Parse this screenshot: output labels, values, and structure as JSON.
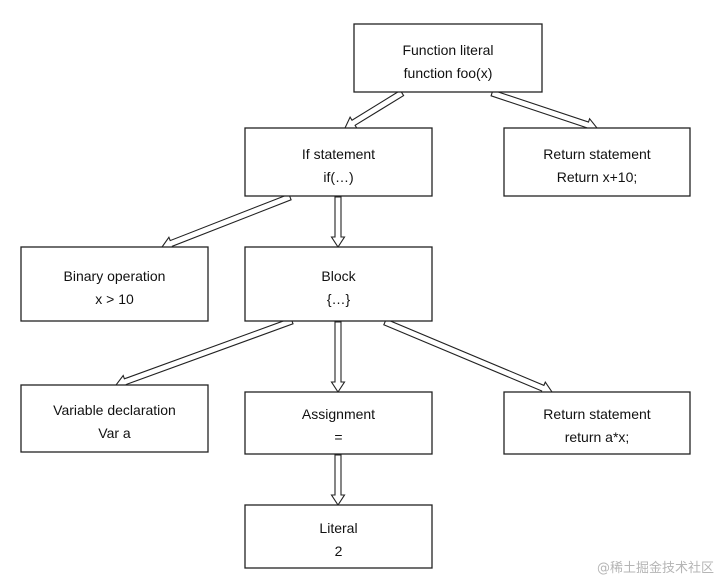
{
  "nodes": {
    "function_literal": {
      "title": "Function literal",
      "detail": "function foo(x)"
    },
    "if_statement": {
      "title": "If statement",
      "detail": "if(…)"
    },
    "return_statement_1": {
      "title": "Return statement",
      "detail": "Return x+10;"
    },
    "binary_operation": {
      "title": "Binary operation",
      "detail": "x > 10"
    },
    "block": {
      "title": "Block",
      "detail": "{…}"
    },
    "variable_declaration": {
      "title": "Variable declaration",
      "detail": "Var a"
    },
    "assignment": {
      "title": "Assignment",
      "detail": "="
    },
    "return_statement_2": {
      "title": "Return statement",
      "detail": "return a*x;"
    },
    "literal": {
      "title": "Literal",
      "detail": "2"
    }
  },
  "edges": [
    {
      "from": "function_literal",
      "to": "if_statement"
    },
    {
      "from": "function_literal",
      "to": "return_statement_1"
    },
    {
      "from": "if_statement",
      "to": "binary_operation"
    },
    {
      "from": "if_statement",
      "to": "block"
    },
    {
      "from": "block",
      "to": "variable_declaration"
    },
    {
      "from": "block",
      "to": "assignment"
    },
    {
      "from": "block",
      "to": "return_statement_2"
    },
    {
      "from": "assignment",
      "to": "literal"
    }
  ],
  "watermark": "@稀土掘金技术社区"
}
